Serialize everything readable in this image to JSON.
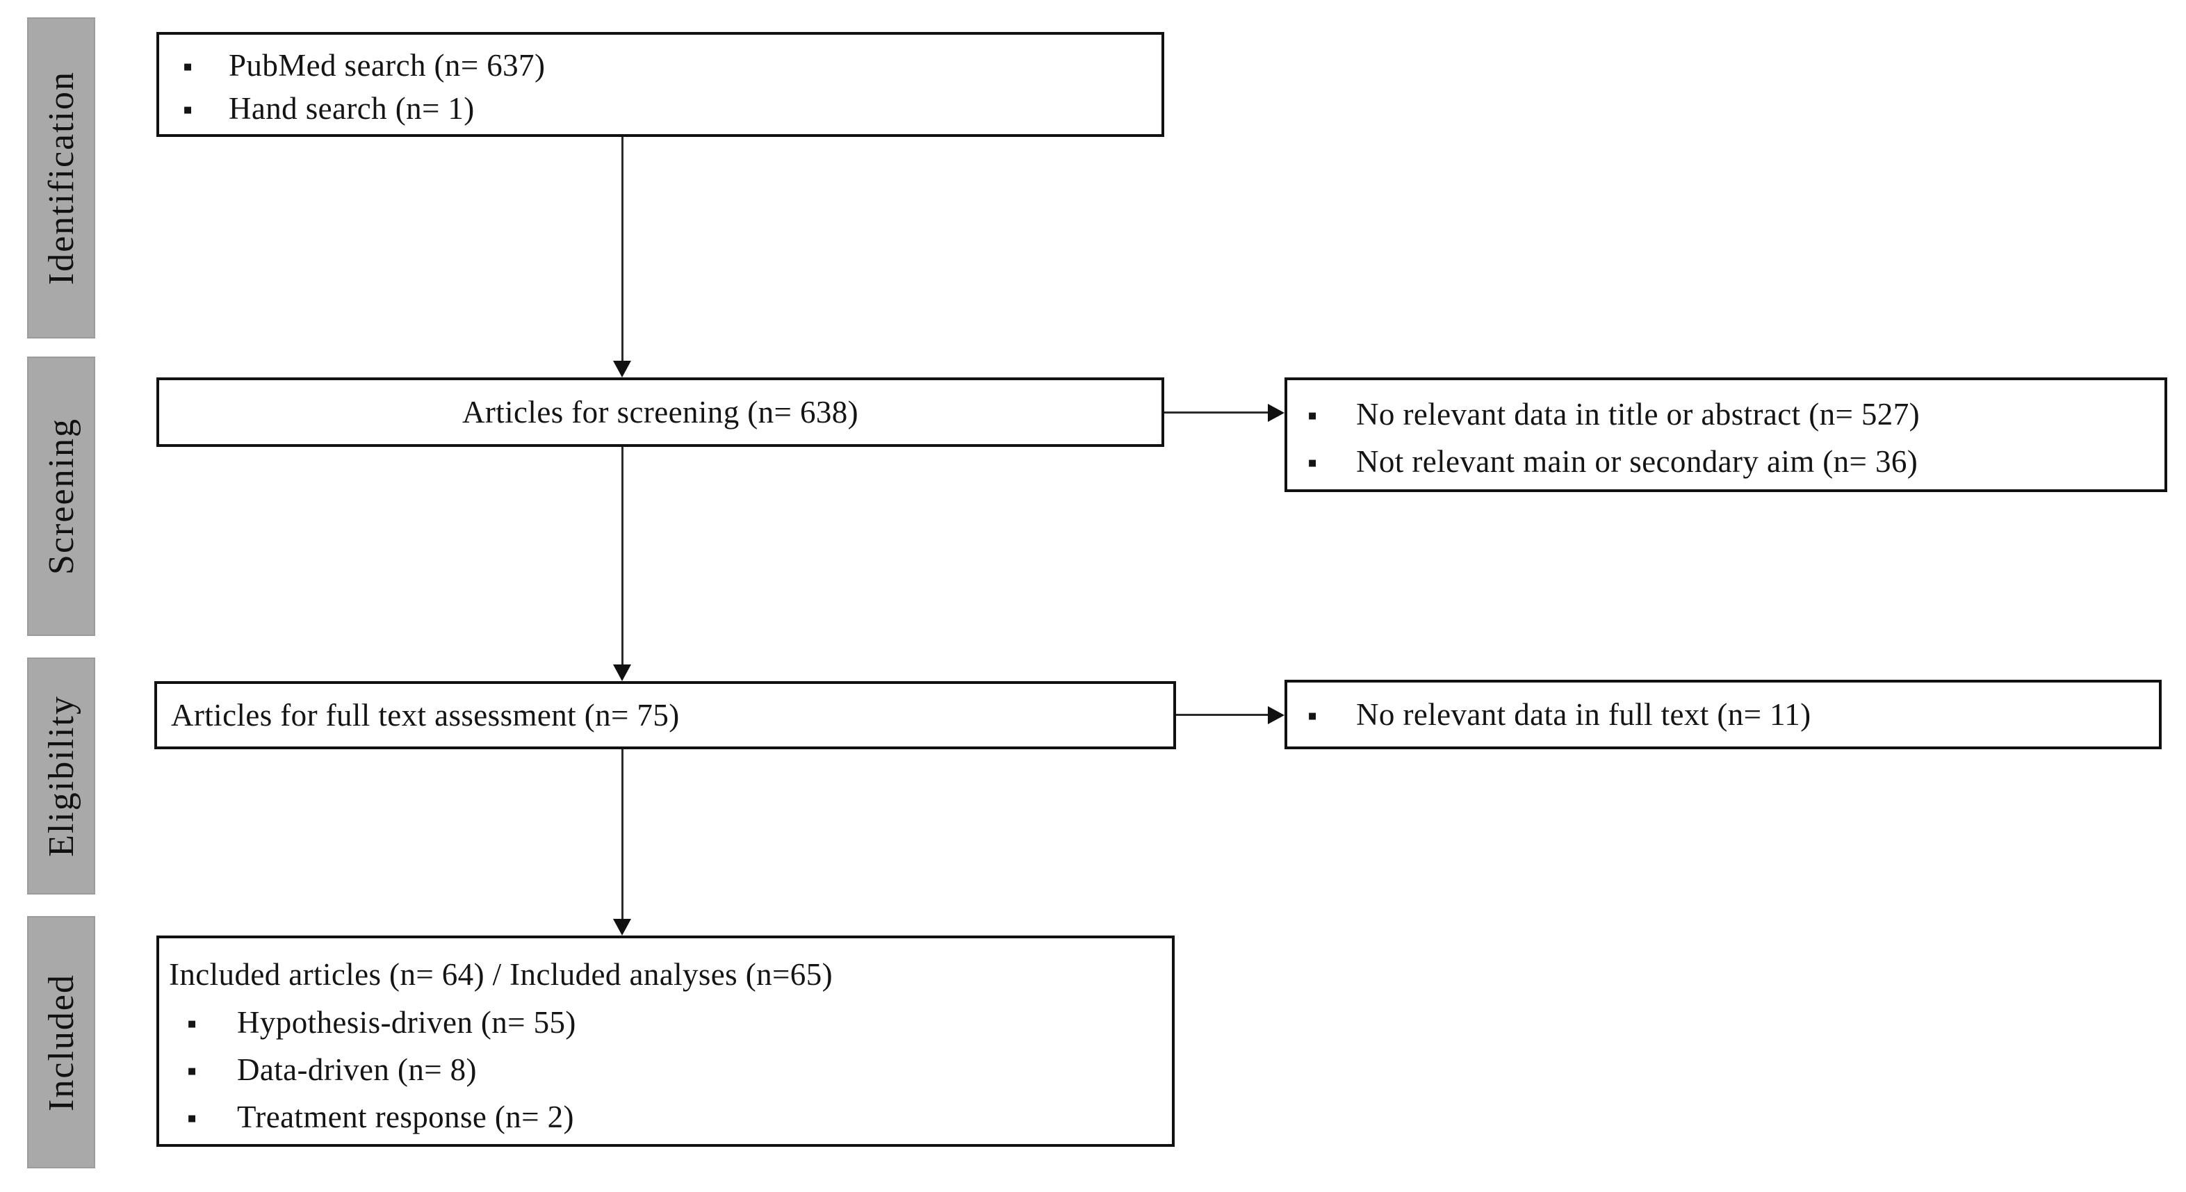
{
  "glyphs": {
    "bullet": "▪"
  },
  "style": {
    "stage_bg": "#a9a9a9",
    "box_border": "#111111",
    "text_color": "#141414"
  },
  "sidebar": {
    "stages": [
      {
        "label": "Identification"
      },
      {
        "label": "Screening"
      },
      {
        "label": "Eligibility"
      },
      {
        "label": "Included"
      }
    ]
  },
  "flow": {
    "identification_box": {
      "items": [
        "PubMed search (n= 637)",
        "Hand search (n= 1)"
      ]
    },
    "screening_box": {
      "label": "Articles for screening (n= 638)"
    },
    "eligibility_box": {
      "label": "Articles for full text assessment (n= 75)"
    },
    "included_box": {
      "title": "Included articles (n= 64) / Included analyses (n=65)",
      "items": [
        "Hypothesis-driven (n= 55)",
        "Data-driven (n= 8)",
        "Treatment response (n= 2)"
      ]
    },
    "screening_excluded_box": {
      "items": [
        "No relevant data in title or abstract (n= 527)",
        "Not relevant main or secondary aim (n= 36)"
      ]
    },
    "eligibility_excluded_box": {
      "items": [
        "No relevant data in full text (n= 11)"
      ]
    }
  }
}
